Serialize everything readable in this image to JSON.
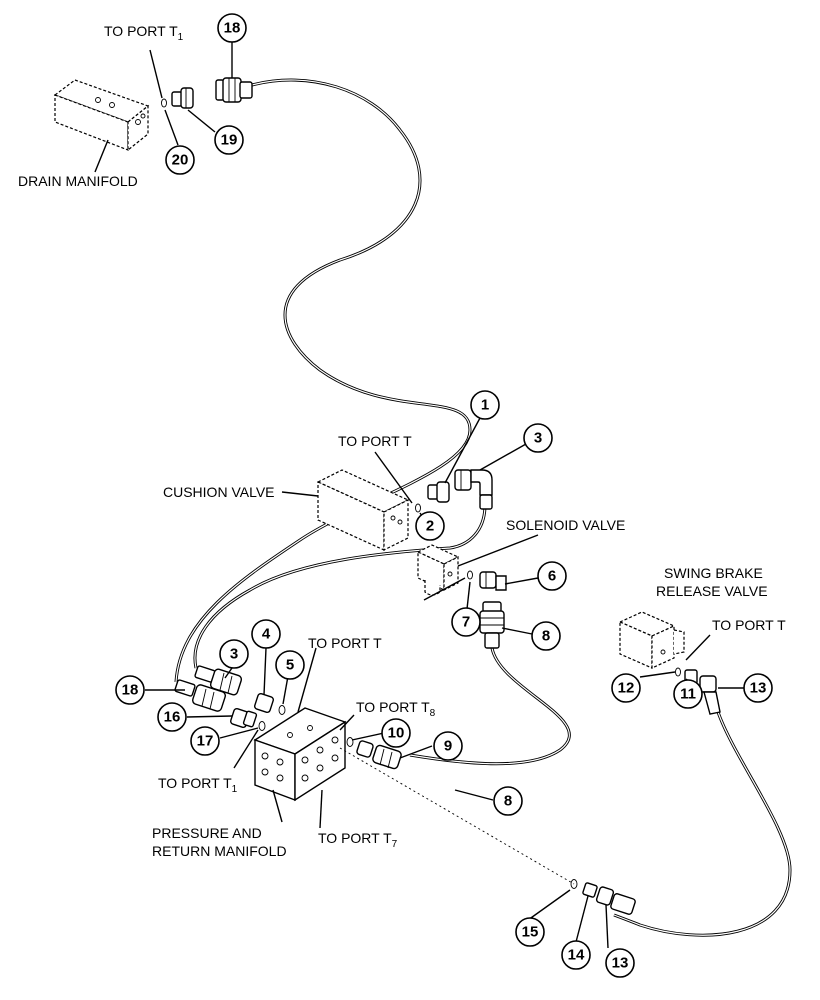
{
  "labels": {
    "to_port_t1_top": "TO PORT T",
    "to_port_t1_top_sub": "1",
    "drain_manifold": "DRAIN MANIFOLD",
    "to_port_t_cushion": "TO PORT T",
    "cushion_valve": "CUSHION VALVE",
    "solenoid_valve": "SOLENOID VALVE",
    "to_port_t_solenoid": "TO PORT T",
    "swing_brake_line1": "SWING BRAKE",
    "swing_brake_line2": "RELEASE VALVE",
    "to_port_t_swing": "TO PORT T",
    "to_port_t8": "TO PORT T",
    "to_port_t8_sub": "8",
    "to_port_t1_bottom": "TO PORT T",
    "to_port_t1_bottom_sub": "1",
    "to_port_t7": "TO PORT T",
    "to_port_t7_sub": "7",
    "pressure_line1": "PRESSURE AND",
    "pressure_line2": "RETURN MANIFOLD"
  },
  "callouts": {
    "c18_top": "18",
    "c19": "19",
    "c20": "20",
    "c1": "1",
    "c3_top": "3",
    "c2": "2",
    "c6": "6",
    "c7": "7",
    "c8_mid": "8",
    "c3_left": "3",
    "c4": "4",
    "c5": "5",
    "c18_left": "18",
    "c16": "16",
    "c17": "17",
    "c10": "10",
    "c9": "9",
    "c8_bottom": "8",
    "c12": "12",
    "c11": "11",
    "c13_right": "13",
    "c15": "15",
    "c14": "14",
    "c13_bottom": "13"
  }
}
